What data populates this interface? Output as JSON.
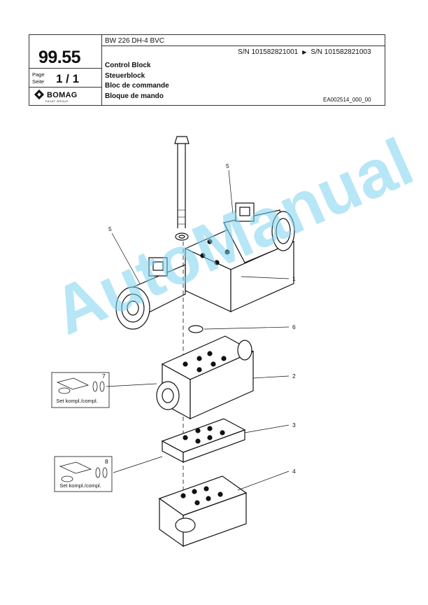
{
  "header": {
    "model": "BW 226 DH-4 BVC",
    "sn_from": "S/N 101582821001",
    "sn_to": "S/N 101582821003",
    "arrow": "▶",
    "group_code": "99.55",
    "page_label_en": "Page",
    "page_label_de": "Seite",
    "page_number": "1 / 1",
    "brand": "BOMAG",
    "brand_sub": "FAYAT GROUP",
    "titles": [
      "Control Block",
      "Steuerblock",
      "Bloc de commande",
      "Bloque de mando"
    ],
    "doc_id": "EA002514_000_00"
  },
  "callouts": [
    "1",
    "2",
    "3",
    "4",
    "5",
    "5",
    "6",
    "7",
    "8"
  ],
  "kits": {
    "label": "Set kompl./compl."
  },
  "watermark": "AutoManual"
}
